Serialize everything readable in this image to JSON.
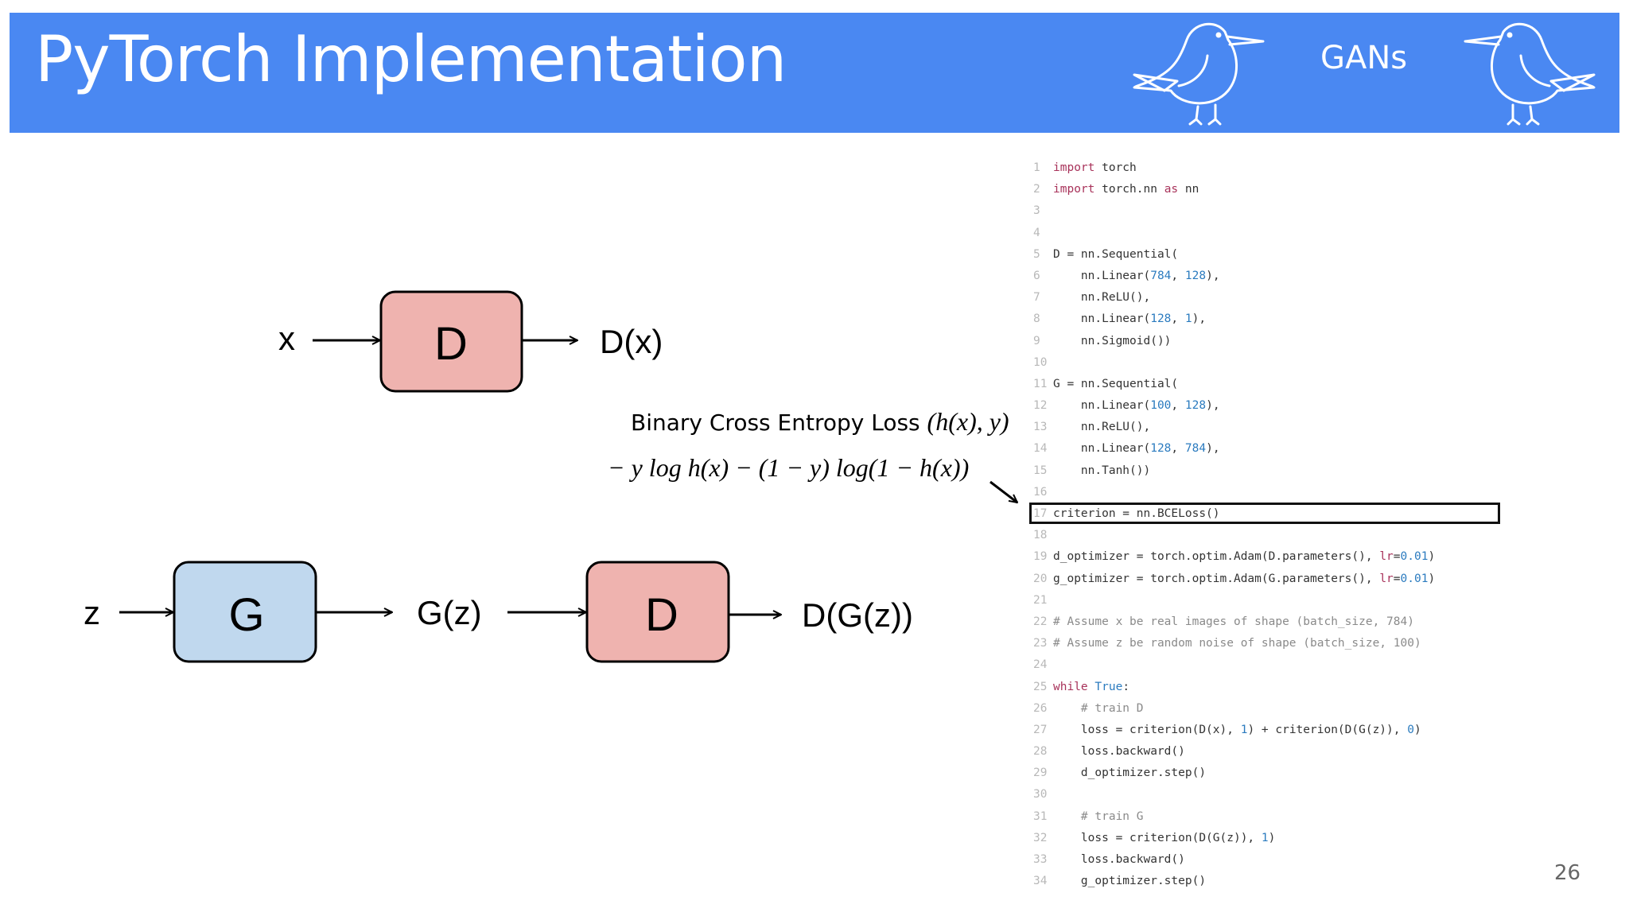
{
  "header": {
    "title": "PyTorch Implementation",
    "subtitle": "GANs",
    "left_icon": "bird-icon",
    "right_icon": "bird-icon",
    "colors": {
      "banner": "#4a88f2",
      "text": "#ffffff"
    }
  },
  "diagram": {
    "top_row": {
      "input": "x",
      "box": "D",
      "output": "D(x)"
    },
    "bottom_row": {
      "input": "z",
      "generator": "G",
      "middle": "G(z)",
      "discriminator": "D",
      "output": "D(G(z))"
    },
    "colors": {
      "discriminator": "#efb3af",
      "generator": "#c0d8ee",
      "stroke": "#000000"
    }
  },
  "loss": {
    "title": "Binary Cross Entropy Loss",
    "title_math": "(h(x), y)",
    "formula": "− y log h(x)  − (1 − y) log(1  − h(x))"
  },
  "code": {
    "highlight_line": 17,
    "lines": [
      {
        "n": "1",
        "parts": [
          {
            "t": "kw",
            "s": "import"
          },
          {
            "t": "txt",
            "s": " torch"
          }
        ]
      },
      {
        "n": "2",
        "parts": [
          {
            "t": "kw",
            "s": "import"
          },
          {
            "t": "txt",
            "s": " torch.nn "
          },
          {
            "t": "kw",
            "s": "as"
          },
          {
            "t": "txt",
            "s": " nn"
          }
        ]
      },
      {
        "n": "3",
        "parts": []
      },
      {
        "n": "4",
        "parts": []
      },
      {
        "n": "5",
        "parts": [
          {
            "t": "txt",
            "s": "D = nn.Sequential("
          }
        ]
      },
      {
        "n": "6",
        "parts": [
          {
            "t": "txt",
            "s": "    nn.Linear("
          },
          {
            "t": "num",
            "s": "784"
          },
          {
            "t": "txt",
            "s": ", "
          },
          {
            "t": "num",
            "s": "128"
          },
          {
            "t": "txt",
            "s": "),"
          }
        ]
      },
      {
        "n": "7",
        "parts": [
          {
            "t": "txt",
            "s": "    nn.ReLU(),"
          }
        ]
      },
      {
        "n": "8",
        "parts": [
          {
            "t": "txt",
            "s": "    nn.Linear("
          },
          {
            "t": "num",
            "s": "128"
          },
          {
            "t": "txt",
            "s": ", "
          },
          {
            "t": "num",
            "s": "1"
          },
          {
            "t": "txt",
            "s": "),"
          }
        ]
      },
      {
        "n": "9",
        "parts": [
          {
            "t": "txt",
            "s": "    nn.Sigmoid())"
          }
        ]
      },
      {
        "n": "10",
        "parts": []
      },
      {
        "n": "11",
        "parts": [
          {
            "t": "txt",
            "s": "G = nn.Sequential("
          }
        ]
      },
      {
        "n": "12",
        "parts": [
          {
            "t": "txt",
            "s": "    nn.Linear("
          },
          {
            "t": "num",
            "s": "100"
          },
          {
            "t": "txt",
            "s": ", "
          },
          {
            "t": "num",
            "s": "128"
          },
          {
            "t": "txt",
            "s": "),"
          }
        ]
      },
      {
        "n": "13",
        "parts": [
          {
            "t": "txt",
            "s": "    nn.ReLU(),"
          }
        ]
      },
      {
        "n": "14",
        "parts": [
          {
            "t": "txt",
            "s": "    nn.Linear("
          },
          {
            "t": "num",
            "s": "128"
          },
          {
            "t": "txt",
            "s": ", "
          },
          {
            "t": "num",
            "s": "784"
          },
          {
            "t": "txt",
            "s": "),"
          }
        ]
      },
      {
        "n": "15",
        "parts": [
          {
            "t": "txt",
            "s": "    nn.Tanh())"
          }
        ]
      },
      {
        "n": "16",
        "parts": []
      },
      {
        "n": "17",
        "parts": [
          {
            "t": "txt",
            "s": "criterion = nn.BCELoss()"
          }
        ]
      },
      {
        "n": "18",
        "parts": []
      },
      {
        "n": "19",
        "parts": [
          {
            "t": "txt",
            "s": "d_optimizer = torch.optim.Adam(D.parameters(), "
          },
          {
            "t": "kw",
            "s": "lr"
          },
          {
            "t": "txt",
            "s": "="
          },
          {
            "t": "num",
            "s": "0.01"
          },
          {
            "t": "txt",
            "s": ")"
          }
        ]
      },
      {
        "n": "20",
        "parts": [
          {
            "t": "txt",
            "s": "g_optimizer = torch.optim.Adam(G.parameters(), "
          },
          {
            "t": "kw",
            "s": "lr"
          },
          {
            "t": "txt",
            "s": "="
          },
          {
            "t": "num",
            "s": "0.01"
          },
          {
            "t": "txt",
            "s": ")"
          }
        ]
      },
      {
        "n": "21",
        "parts": []
      },
      {
        "n": "22",
        "parts": [
          {
            "t": "cm",
            "s": "# Assume x be real images of shape (batch_size, 784)"
          }
        ]
      },
      {
        "n": "23",
        "parts": [
          {
            "t": "cm",
            "s": "# Assume z be random noise of shape (batch_size, 100)"
          }
        ]
      },
      {
        "n": "24",
        "parts": []
      },
      {
        "n": "25",
        "parts": [
          {
            "t": "kw",
            "s": "while"
          },
          {
            "t": "txt",
            "s": " "
          },
          {
            "t": "num",
            "s": "True"
          },
          {
            "t": "txt",
            "s": ":"
          }
        ]
      },
      {
        "n": "26",
        "parts": [
          {
            "t": "cm",
            "s": "    # train D"
          }
        ]
      },
      {
        "n": "27",
        "parts": [
          {
            "t": "txt",
            "s": "    loss = criterion(D(x), "
          },
          {
            "t": "num",
            "s": "1"
          },
          {
            "t": "txt",
            "s": ") + criterion(D(G(z)), "
          },
          {
            "t": "num",
            "s": "0"
          },
          {
            "t": "txt",
            "s": ")"
          }
        ]
      },
      {
        "n": "28",
        "parts": [
          {
            "t": "txt",
            "s": "    loss.backward()"
          }
        ]
      },
      {
        "n": "29",
        "parts": [
          {
            "t": "txt",
            "s": "    d_optimizer.step()"
          }
        ]
      },
      {
        "n": "30",
        "parts": []
      },
      {
        "n": "31",
        "parts": [
          {
            "t": "cm",
            "s": "    # train G"
          }
        ]
      },
      {
        "n": "32",
        "parts": [
          {
            "t": "txt",
            "s": "    loss = criterion(D(G(z)), "
          },
          {
            "t": "num",
            "s": "1"
          },
          {
            "t": "txt",
            "s": ")"
          }
        ]
      },
      {
        "n": "33",
        "parts": [
          {
            "t": "txt",
            "s": "    loss.backward()"
          }
        ]
      },
      {
        "n": "34",
        "parts": [
          {
            "t": "txt",
            "s": "    g_optimizer.step()"
          }
        ]
      }
    ]
  },
  "page_number": "26"
}
